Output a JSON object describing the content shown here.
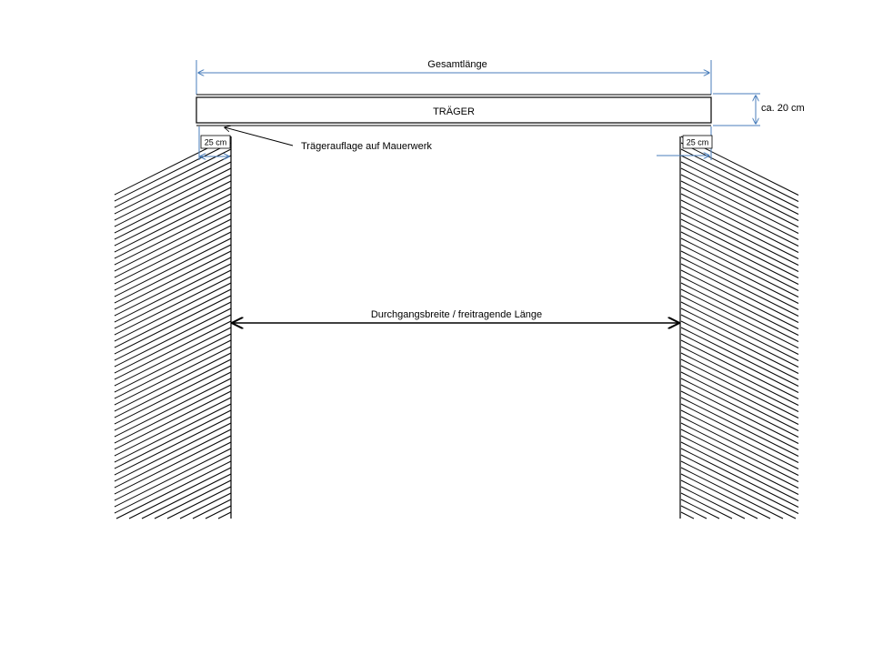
{
  "labels": {
    "total_length": "Gesamtlänge",
    "beam": "TRÄGER",
    "height": "ca. 20 cm",
    "support_note": "Trägerauflage auf Mauerwerk",
    "support_left": "25 cm",
    "support_right": "25 cm",
    "clear_span": "Durchgangsbreite / freitragende Länge"
  },
  "colors": {
    "dimension": "#4a7ebb",
    "line": "#000000"
  }
}
